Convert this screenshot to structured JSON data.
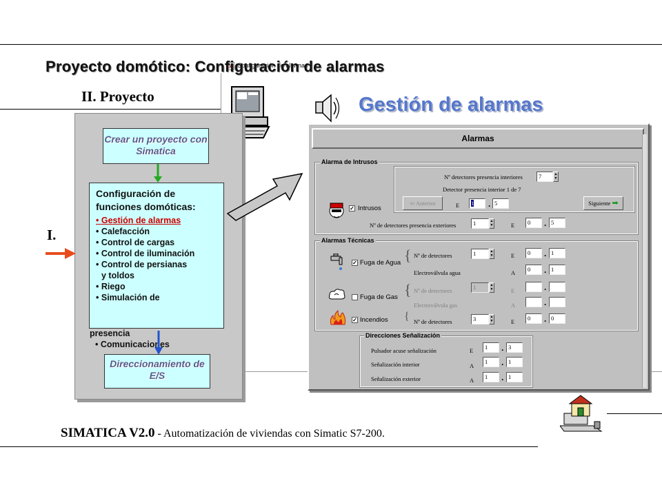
{
  "slide": {
    "title": "Proyecto domótico: Configuración de alarmas",
    "section": "II. Proyecto",
    "part_marker": "I.",
    "footer_bold": "SIMATICA V2.0",
    "footer_rest": " - Automatización de viviendas con Simatic S7-200."
  },
  "ghost_window": {
    "close_glyph": "x",
    "title_text": "Configuración de alarmas"
  },
  "flow": {
    "create_box": "Crear un proyecto con Simatica",
    "config_heading": "Configuración de funciones domóticas:",
    "config_items": [
      "Gestión de alarmas",
      "Calefacción",
      "Control de cargas",
      "Control de iluminación",
      "Control de persianas",
      "y toldos",
      "Riego",
      "Simulación de",
      "presencia",
      "Comunicaciones"
    ],
    "address_box": "Direccionamiento de E/S"
  },
  "gestion_title": "Gestión de alarmas",
  "dialog": {
    "title": "Alarmas",
    "intrusos": {
      "group": "Alarma de Intrusos",
      "int_label": "Nº detectores presencia interiores",
      "int_value": "7",
      "detector_label": "Detector presencia interior 1 de 7",
      "prev_button": "Anterior",
      "next_button": "Siguiente",
      "check_label": "Intrusos",
      "e_label": "E",
      "int_byte": "1",
      "int_bit": "5",
      "ext_label": "Nº de detectores presencia exteriores",
      "ext_value": "1",
      "ext_byte": "0",
      "ext_bit": "5"
    },
    "tecnicas": {
      "group": "Alarmas Técnicas",
      "agua_check": "Fuga de Agua",
      "agua_detectores_label": "Nº de detectores",
      "agua_detectores": "1",
      "agua_e": "E",
      "agua_e_byte": "0",
      "agua_e_bit": "1",
      "agua_valve_label": "Electroválvula agua",
      "agua_a": "A",
      "agua_a_byte": "0",
      "agua_a_bit": "1",
      "gas_check": "Fuga de Gas",
      "gas_detectores_label": "Nº de detectores",
      "gas_detectores": "1",
      "gas_e": "E",
      "gas_valve_label": "Electroválvula gas",
      "gas_a": "A",
      "fuego_check": "Incendios",
      "fuego_detectores_label": "Nº de detectores",
      "fuego_detectores": "3",
      "fuego_e": "E",
      "fuego_e_byte": "0",
      "fuego_e_bit": "0"
    },
    "senalizacion": {
      "group": "Direcciones Señalización",
      "pulsador_label": "Pulsador acuse señalización",
      "pulsador_io": "E",
      "pulsador_byte": "1",
      "pulsador_bit": "3",
      "interior_label": "Señalización interior",
      "interior_io": "A",
      "interior_byte": "1",
      "interior_bit": "1",
      "exterior_label": "Señalización exterior",
      "exterior_io": "A",
      "exterior_byte": "1",
      "exterior_bit": "1"
    }
  },
  "icons": [
    "computer-icon",
    "speaker-icon",
    "house-computer-icon",
    "arrow-right-icon",
    "big-arrow-icon",
    "intruder-icon",
    "faucet-icon",
    "gas-cloud-icon",
    "fire-icon"
  ],
  "colors": {
    "flow_box_fill": "#ccffff",
    "gestion_title": "#5577cc",
    "highlight_item": "#cc0000",
    "arrow_red": "#e84c1c",
    "arrow_green": "#22aa22",
    "arrow_blue": "#2255cc",
    "dialog_face": "#c0c0c0"
  }
}
